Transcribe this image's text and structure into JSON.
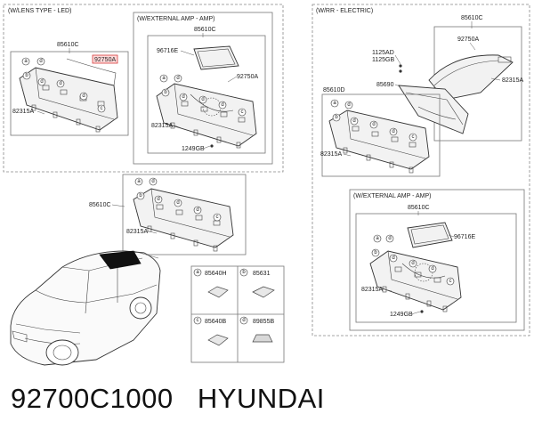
{
  "sections": {
    "lens_led": {
      "title": "(W/LENS TYPE - LED)"
    },
    "ext_amp_top": {
      "title": "(W/EXTERNAL AMP - AMP)"
    },
    "rr_electric": {
      "title": "(W/RR - ELECTRIC)"
    },
    "ext_amp_right": {
      "title": "(W/EXTERNAL AMP - AMP)"
    }
  },
  "part_numbers": {
    "p85610C": "85610C",
    "p92750A": "92750A",
    "p82315A": "82315A",
    "p96716E": "96716E",
    "p1249GB": "1249GB",
    "p1125AD": "1125AD",
    "p1125GB": "1125GB",
    "p85690": "85690",
    "p85610D": "85610D"
  },
  "callouts": {
    "a": "a",
    "b": "b",
    "c": "c",
    "d": "d"
  },
  "legend": [
    {
      "letter": "a",
      "part": "85640H"
    },
    {
      "letter": "b",
      "part": "85631"
    },
    {
      "letter": "c",
      "part": "85640B"
    },
    {
      "letter": "d",
      "part": "89855B"
    }
  ],
  "footer": {
    "part_number": "92700C1000",
    "brand": "HYUNDAI"
  },
  "colors": {
    "highlight": "#d43c3c",
    "line": "#333333",
    "frame": "#777777"
  }
}
